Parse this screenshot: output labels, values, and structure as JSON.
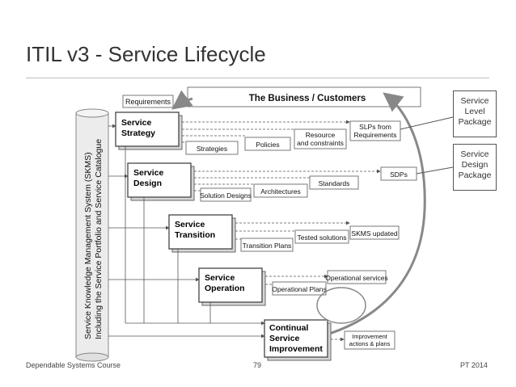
{
  "slide": {
    "title": "ITIL v3 - Service Lifecycle",
    "footer_left": "Dependable Systems Course",
    "footer_center": "79",
    "footer_right": "PT 2014"
  },
  "diagram": {
    "skms_line1": "Service Knowledge Management System (SKMS)",
    "skms_line2": "Including the Service Portfolio and Service Catalogue",
    "business": "The Business / Customers",
    "requirements": "Requirements",
    "stages": [
      {
        "line1": "Service",
        "line2": "Strategy"
      },
      {
        "line1": "Service",
        "line2": "Design"
      },
      {
        "line1": "Service",
        "line2": "Transition"
      },
      {
        "line1": "Service",
        "line2": "Operation"
      },
      {
        "line1": "Continual",
        "line2": "Service",
        "line3": "Improvement"
      }
    ],
    "outputs": {
      "strategies": "Strategies",
      "policies": "Policies",
      "resource1": "Resource",
      "resource2": "and constraints",
      "slps1": "SLPs from",
      "slps2": "Requirements",
      "solution_designs": "Solution Designs",
      "architectures": "Architectures",
      "standards": "Standards",
      "sdps": "SDPs",
      "transition_plans": "Transition Plans",
      "tested_solutions": "Tested solutions",
      "skms_updated": "SKMS updated",
      "operational_plans": "Operational Plans",
      "operational_services": "Operational services",
      "improvement1": "Improvement",
      "improvement2": "actions & plans"
    }
  },
  "callouts": {
    "slp": [
      "Service",
      "Level",
      "Package"
    ],
    "sdp": [
      "Service",
      "Design",
      "Package"
    ]
  }
}
